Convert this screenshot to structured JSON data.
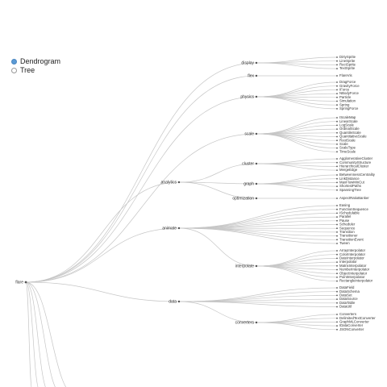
{
  "controls": {
    "options": [
      {
        "label": "Dendrogram",
        "selected": true
      },
      {
        "label": "Tree",
        "selected": false
      }
    ]
  },
  "tree": {
    "name": "flare",
    "children": [
      {
        "name": "display",
        "leaves": [
          "DirtySprite",
          "LineSprite",
          "RectSprite",
          "TextSprite"
        ]
      },
      {
        "name": "flex",
        "leaves": [
          "FlareVis"
        ]
      },
      {
        "name": "physics",
        "leaves": [
          "DragForce",
          "GravityForce",
          "IForce",
          "NBodyForce",
          "Particle",
          "Simulation",
          "Spring",
          "SpringForce"
        ]
      },
      {
        "name": "scale",
        "leaves": [
          "IScaleMap",
          "LinearScale",
          "LogScale",
          "OrdinalScale",
          "QuantileScale",
          "QuantitativeScale",
          "RootScale",
          "Scale",
          "ScaleType",
          "TimeScale"
        ]
      },
      {
        "name": "analytics",
        "groups": [
          {
            "name": "cluster",
            "leaves": [
              "AgglomerativeCluster",
              "CommunityStructure",
              "HierarchicalCluster",
              "MergeEdge"
            ]
          },
          {
            "name": "graph",
            "leaves": [
              "BetweennessCentrality",
              "LinkDistance",
              "MaxFlowMinCut",
              "ShortestPaths",
              "SpanningTree"
            ]
          },
          {
            "name": "optimization",
            "leaves": [
              "AspectRatioBanker"
            ]
          }
        ]
      },
      {
        "name": "animate",
        "leaves": [
          "Easing",
          "FunctionSequence",
          "ISchedulable",
          "Parallel",
          "Pause",
          "Scheduler",
          "Sequence",
          "Transition",
          "Transitioner",
          "TransitionEvent",
          "Tween"
        ],
        "groups": [
          {
            "name": "interpolate",
            "leaves": [
              "ArrayInterpolator",
              "ColorInterpolator",
              "DateInterpolator",
              "Interpolator",
              "MatrixInterpolator",
              "NumberInterpolator",
              "ObjectInterpolator",
              "PointInterpolator",
              "RectangleInterpolator"
            ]
          }
        ]
      },
      {
        "name": "data",
        "leaves": [
          "DataField",
          "DataSchema",
          "DataSet",
          "DataSource",
          "DataTable",
          "DataUtil"
        ],
        "groups": [
          {
            "name": "converters",
            "leaves": [
              "Converters",
              "DelimitedTextConverter",
              "GraphMLConverter",
              "IDataConverter",
              "JSONConverter"
            ]
          }
        ]
      }
    ]
  }
}
